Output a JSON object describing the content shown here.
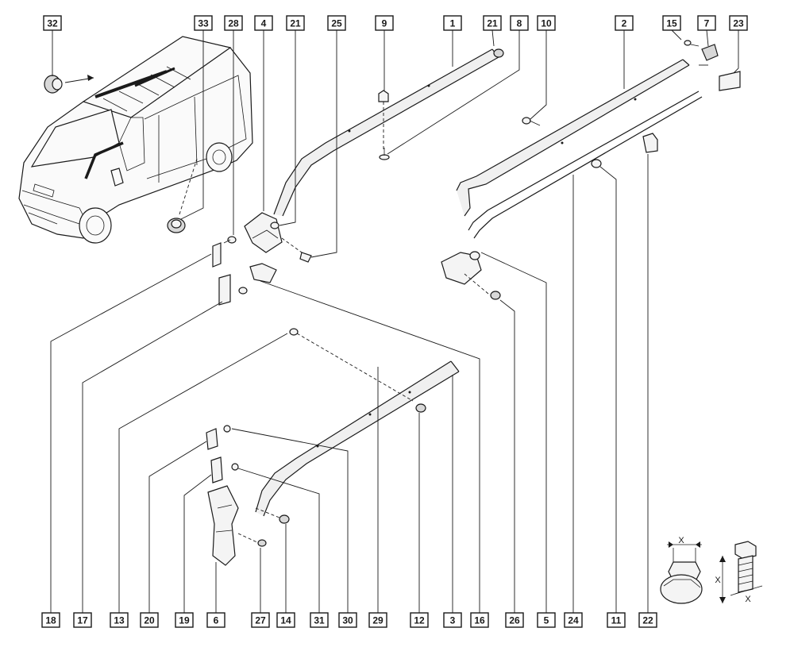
{
  "diagram": {
    "callouts_top": [
      "32",
      "33",
      "28",
      "4",
      "21",
      "25",
      "9",
      "1",
      "21",
      "8",
      "10",
      "2",
      "15",
      "7",
      "23"
    ],
    "callouts_bottom": [
      "18",
      "17",
      "13",
      "20",
      "19",
      "6",
      "27",
      "14",
      "31",
      "30",
      "29",
      "12",
      "3",
      "16",
      "26",
      "5",
      "24",
      "11",
      "22"
    ],
    "torque_symbol_label": "X"
  }
}
